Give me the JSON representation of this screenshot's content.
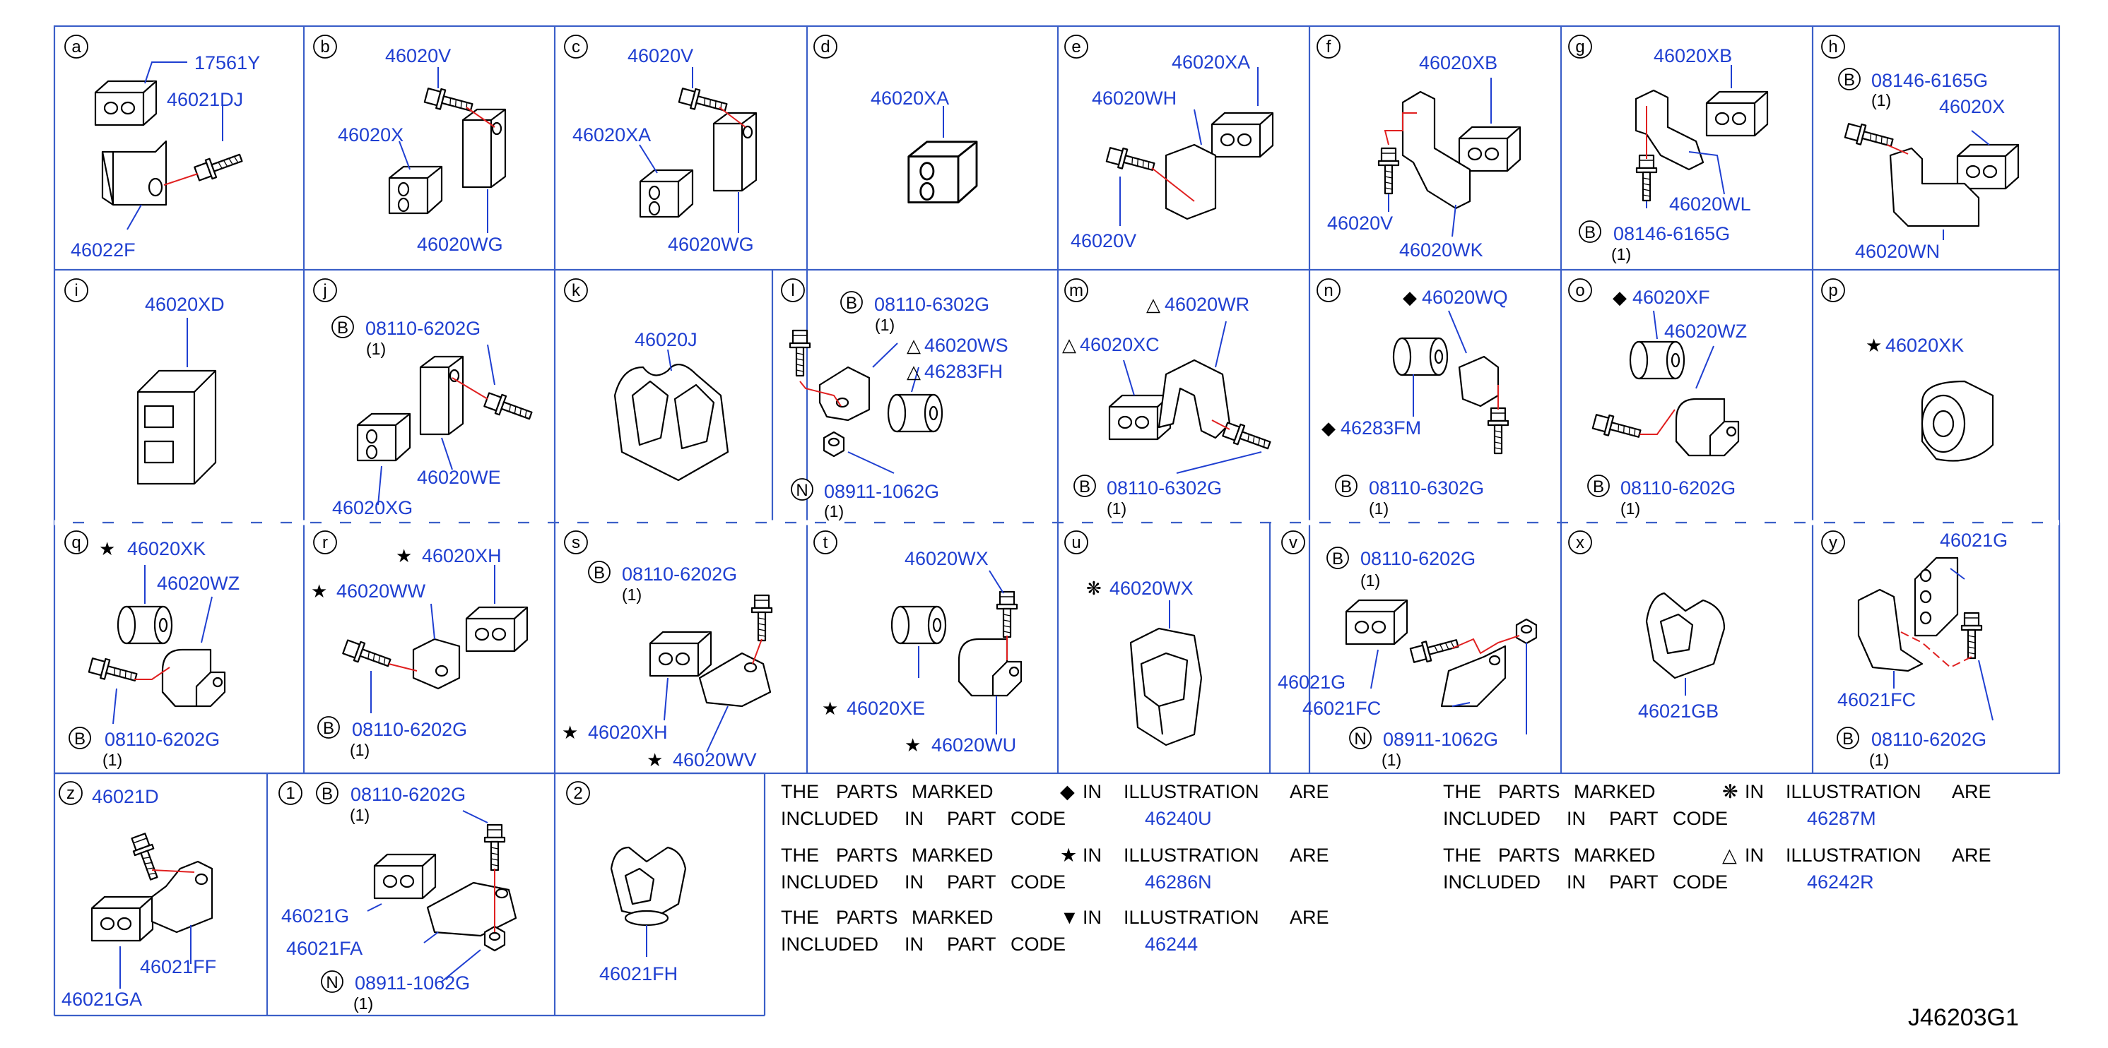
{
  "diagram_code": "J46203G1",
  "cells": [
    {
      "letter": "a",
      "parts": [
        "17561Y",
        "46021DJ",
        "46022F"
      ]
    },
    {
      "letter": "b",
      "parts": [
        "46020V",
        "46020X",
        "46020WG"
      ]
    },
    {
      "letter": "c",
      "parts": [
        "46020V",
        "46020XA",
        "46020WG"
      ]
    },
    {
      "letter": "d",
      "parts": [
        "46020XA"
      ]
    },
    {
      "letter": "e",
      "parts": [
        "46020XA",
        "46020WH",
        "46020V"
      ]
    },
    {
      "letter": "f",
      "parts": [
        "46020XB",
        "46020V",
        "46020WK"
      ]
    },
    {
      "letter": "g",
      "parts": [
        "46020XB",
        "46020WL",
        "08146-6165G"
      ],
      "qty": "(1)"
    },
    {
      "letter": "h",
      "parts": [
        "08146-6165G",
        "46020X",
        "46020WN"
      ],
      "qty": "(1)"
    },
    {
      "letter": "i",
      "parts": [
        "46020XD"
      ]
    },
    {
      "letter": "j",
      "parts": [
        "08110-6202G",
        "46020WE",
        "46020XG"
      ],
      "qty": "(1)"
    },
    {
      "letter": "k",
      "parts": [
        "46020J"
      ]
    },
    {
      "letter": "l",
      "parts": [
        "08110-6302G",
        "46020WS",
        "46283FH",
        "08911-1062G"
      ],
      "qty": "(1)",
      "qty2": "(1)"
    },
    {
      "letter": "m",
      "parts": [
        "46020WR",
        "46020XC",
        "08110-6302G"
      ],
      "qty": "(1)"
    },
    {
      "letter": "n",
      "parts": [
        "46020WQ",
        "46283FM",
        "08110-6302G"
      ],
      "qty": "(1)"
    },
    {
      "letter": "o",
      "parts": [
        "46020XF",
        "46020WZ",
        "08110-6202G"
      ],
      "qty": "(1)"
    },
    {
      "letter": "p",
      "parts": [
        "46020XK"
      ]
    },
    {
      "letter": "q",
      "parts": [
        "46020XK",
        "46020WZ",
        "08110-6202G"
      ],
      "qty": "(1)"
    },
    {
      "letter": "r",
      "parts": [
        "46020XH",
        "46020WW",
        "08110-6202G"
      ],
      "qty": "(1)"
    },
    {
      "letter": "s",
      "parts": [
        "08110-6202G",
        "46020XH",
        "46020WV"
      ],
      "qty": "(1)"
    },
    {
      "letter": "t",
      "parts": [
        "46020WX",
        "46020XE",
        "46020WU"
      ]
    },
    {
      "letter": "u",
      "parts": [
        "46020WX"
      ]
    },
    {
      "letter": "v",
      "parts": [
        "08110-6202G",
        "46021G",
        "46021FC",
        "08911-1062G"
      ],
      "qty": "(1)",
      "qty2": "(1)"
    },
    {
      "letter": "x",
      "parts": [
        "46021GB"
      ]
    },
    {
      "letter": "y",
      "parts": [
        "46021G",
        "46021FC",
        "08110-6202G"
      ],
      "qty": "(1)"
    },
    {
      "letter": "z",
      "parts": [
        "46021D",
        "46021FF",
        "46021GA"
      ]
    },
    {
      "letter": "1",
      "parts": [
        "08110-6202G",
        "46021G",
        "46021FA",
        "08911-1062G"
      ],
      "qty": "(1)",
      "qty2": "(1)"
    },
    {
      "letter": "2",
      "parts": [
        "46021FH"
      ]
    }
  ],
  "prefixes": {
    "bolt": "B",
    "nut": "N"
  },
  "notes": {
    "l1_a": "THE",
    "l1_b": "PARTS",
    "l1_c": "MARKED",
    "l1_d": "IN",
    "l1_e": "ILLUSTRATION",
    "l1_f": "ARE",
    "l2_a": "INCLUDED",
    "l2_b": "IN",
    "l2_c": "PART",
    "l2_d": "CODE",
    "codes": {
      "diamond": "46240U",
      "star": "46286N",
      "triangle_down": "46244",
      "flower": "46287M",
      "triangle_open": "46242R"
    }
  },
  "symbols": {
    "diamond": "◆",
    "star": "★",
    "triangle_down": "▼",
    "flower": "❋",
    "triangle_open": "△"
  }
}
